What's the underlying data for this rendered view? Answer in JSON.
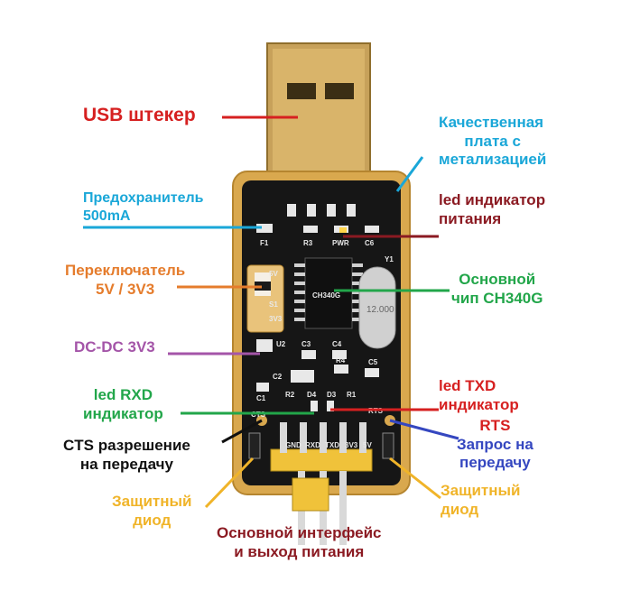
{
  "colors": {
    "red": "#d62020",
    "blue": "#1aa7d8",
    "darkred": "#8b1a22",
    "green": "#22a64a",
    "orange": "#e57c2c",
    "purple": "#a455a8",
    "yellow": "#f0b429",
    "navy": "#3547c0",
    "black": "#111111",
    "board": "#161616",
    "gold": "#d9a84e"
  },
  "labels": {
    "usb": "USB штекер",
    "plating": [
      "Качественная",
      "плата с",
      "метализацией"
    ],
    "fuse": [
      "Предохранитель",
      "500mA"
    ],
    "power_led": [
      "led индикатор",
      "питания"
    ],
    "switch": [
      "Переключатель",
      "5V / 3V3"
    ],
    "main_chip": [
      "Основной",
      "чип CH340G"
    ],
    "dcdc": "DC-DC 3V3",
    "rxd_led": [
      "led RXD",
      "индикатор"
    ],
    "txd_led": [
      "led TXD",
      "индикатор"
    ],
    "rts": [
      "RTS",
      "Запрос на",
      "передачу"
    ],
    "cts": [
      "CTS разрешение",
      "на передачу"
    ],
    "diode_left": [
      "Защитный",
      "диод"
    ],
    "diode_right": [
      "Защитный",
      "диод"
    ],
    "interface": [
      "Основной интерфейс",
      "и выход питания"
    ]
  },
  "board": {
    "silkscreen": [
      "F1",
      "R3",
      "PWR",
      "C6",
      "Y1",
      "S1",
      "5V",
      "3V3",
      "U2",
      "C3",
      "C4",
      "C2",
      "R4",
      "C5",
      "C1",
      "R2",
      "D4",
      "D3",
      "R1",
      "CTS",
      "RTS",
      "GND",
      "RXD",
      "TXD",
      "3V3",
      "5V",
      "CH340G"
    ],
    "crystal": "12.000"
  }
}
